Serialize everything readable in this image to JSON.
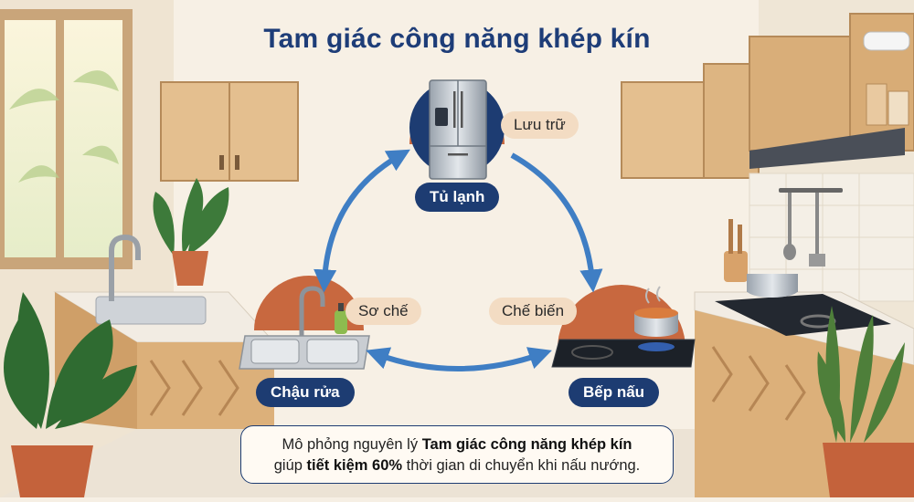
{
  "title": "Tam giác công năng khép kín",
  "nodes": {
    "fridge": {
      "label": "Tủ lạnh",
      "tag": "Lưu trữ"
    },
    "sink": {
      "label": "Chậu rửa",
      "tag": "Sơ chế"
    },
    "stove": {
      "label": "Bếp nấu",
      "tag": "Chế biến"
    }
  },
  "caption": {
    "line1_prefix": "Mô phỏng nguyên lý ",
    "line1_bold": "Tam giác công năng khép kín",
    "line2_prefix": "giúp ",
    "line2_bold": "tiết kiệm 60%",
    "line2_suffix": " thời gian di chuyển khi nấu nướng."
  },
  "colors": {
    "accent_navy": "#1d3c72",
    "arrow_blue": "#3f7ec4",
    "terracotta": "#c8683f",
    "pill_beige": "#f3dcc3"
  },
  "icons": [
    "refrigerator-icon",
    "sink-icon",
    "cooktop-icon",
    "monstera-plant-icon",
    "snake-plant-icon",
    "range-hood-icon",
    "utensil-rack-icon"
  ]
}
